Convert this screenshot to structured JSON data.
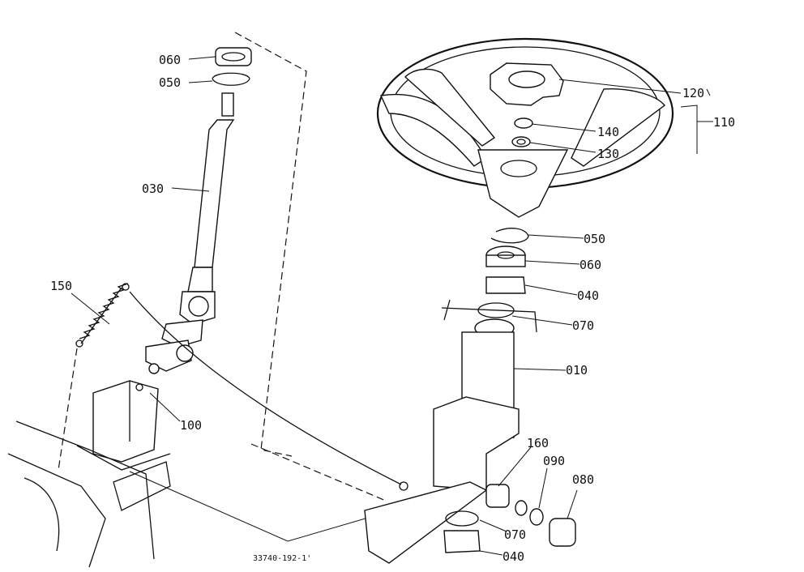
{
  "callouts": [
    {
      "id": "060-upper",
      "text": "060"
    },
    {
      "id": "050-upper",
      "text": "050"
    },
    {
      "id": "030",
      "text": "030"
    },
    {
      "id": "150",
      "text": "150"
    },
    {
      "id": "100",
      "text": "100"
    },
    {
      "id": "120",
      "text": "120"
    },
    {
      "id": "110",
      "text": "110"
    },
    {
      "id": "140",
      "text": "140"
    },
    {
      "id": "130",
      "text": "130"
    },
    {
      "id": "050-lower",
      "text": "050"
    },
    {
      "id": "060-lower",
      "text": "060"
    },
    {
      "id": "040-upper",
      "text": "040"
    },
    {
      "id": "070-upper",
      "text": "070"
    },
    {
      "id": "010",
      "text": "010"
    },
    {
      "id": "160",
      "text": "160"
    },
    {
      "id": "090",
      "text": "090"
    },
    {
      "id": "080",
      "text": "080"
    },
    {
      "id": "070-lower",
      "text": "070"
    },
    {
      "id": "040-lower",
      "text": "040"
    }
  ],
  "drawing_number": "33740-192-1'"
}
